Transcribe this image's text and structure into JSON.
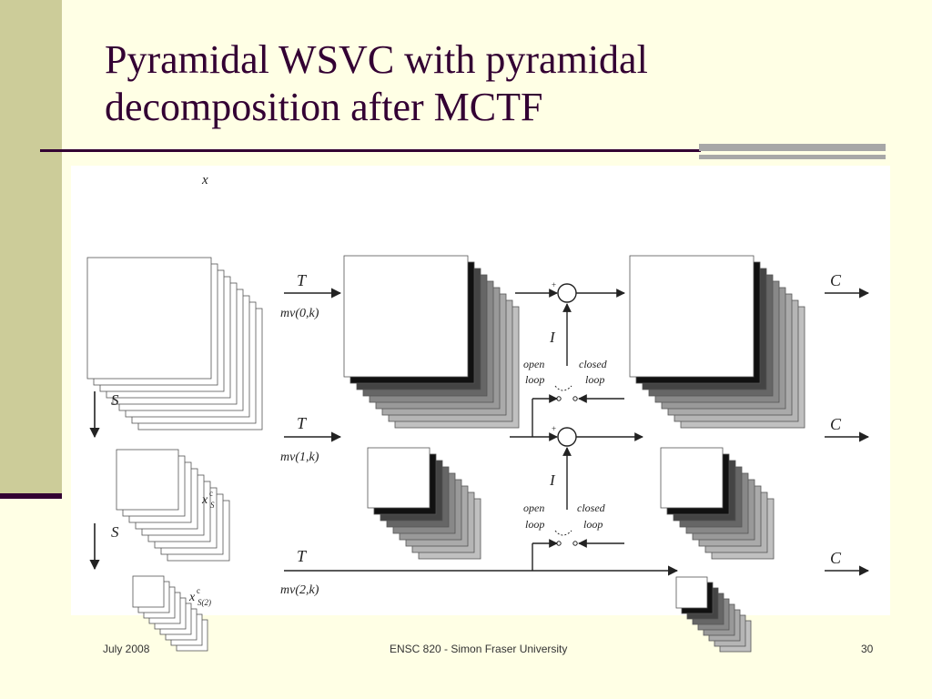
{
  "slide": {
    "title_line1": "Pyramidal WSVC with pyramidal",
    "title_line2": "decomposition after MCTF"
  },
  "footer": {
    "date": "July 2008",
    "center": "ENSC 820 - Simon Fraser University",
    "page": "30"
  },
  "diagram": {
    "input_label": "x",
    "spatial_op": "S",
    "temporal_op": "T",
    "coding_op": "C",
    "interp_op": "I",
    "mv": [
      "mv(0,k)",
      "mv(1,k)",
      "mv(2,k)"
    ],
    "open_loop": [
      "open",
      "loop"
    ],
    "closed_loop": [
      "closed",
      "loop"
    ],
    "spatial_sub": [
      "x",
      "S",
      "x",
      "S(2)"
    ],
    "plus": "+"
  }
}
